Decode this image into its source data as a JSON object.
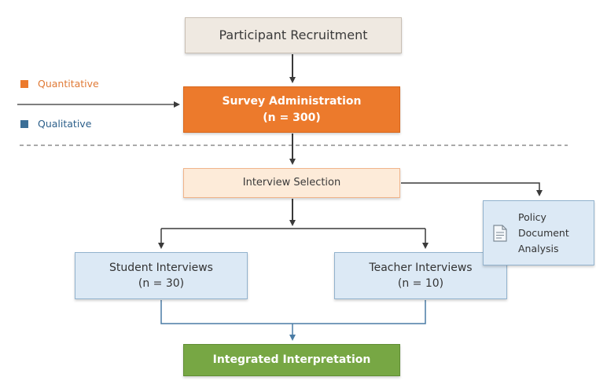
{
  "legend": [
    {
      "label": "Quantitative",
      "color": "#ec7a2c"
    },
    {
      "label": "Qualitative",
      "color": "#3b6e96"
    }
  ],
  "nodes": {
    "recruitment": {
      "title": "Participant Recruitment"
    },
    "survey": {
      "title": "Survey Administration",
      "sample": "(n = 300)"
    },
    "interview_selection": {
      "title": "Interview Selection"
    },
    "student": {
      "title": "Student Interviews",
      "sample": "(n = 30)"
    },
    "teacher": {
      "title": "Teacher Interviews",
      "sample": "(n = 10)"
    },
    "policy": {
      "lines": [
        "Policy",
        "Document",
        "Analysis"
      ],
      "icon": "document-icon"
    },
    "integrated": {
      "title": "Integrated Interpretation"
    }
  },
  "colors": {
    "quantitative": "#ec7a2c",
    "qualitative": "#3b6e96",
    "integration": "#77a744",
    "arrow": "#3a3a3a"
  }
}
